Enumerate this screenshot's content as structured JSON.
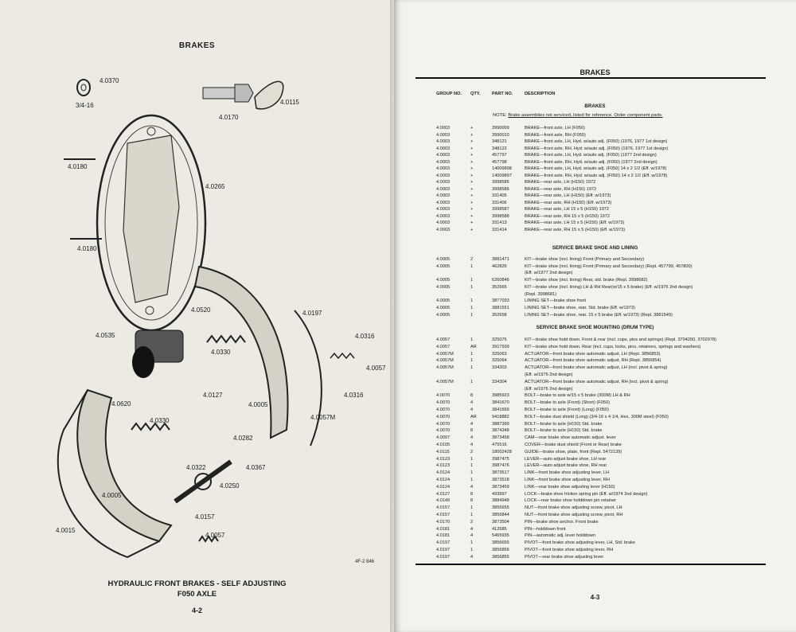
{
  "left_page": {
    "title": "BRAKES",
    "caption_line1": "HYDRAULIC FRONT BRAKES - SELF ADJUSTING",
    "caption_line2": "F050 AXLE",
    "page_number": "4-2",
    "ref_code": "4F-2 846",
    "callouts": [
      "4.0370",
      "3/4-16",
      "4.0170",
      "4.0115",
      "4.0180",
      "4.0265",
      "4.0180",
      "4.0520",
      "4.0197",
      "4.0535",
      "4.0330",
      "4.0316",
      "4.0057",
      "4.0127",
      "4.0316",
      "4.0620",
      "4.0005",
      "4.0330",
      "4.0282",
      "4.0057M",
      "4.0322",
      "4.0367",
      "4.0250",
      "4.0005",
      "4.0157",
      "4.0015",
      "4.0057"
    ]
  },
  "right_page": {
    "title": "BRAKES",
    "columns": [
      "GROUP NO.",
      "QTY.",
      "PART NO.",
      "DESCRIPTION"
    ],
    "section1": "BRAKES",
    "note_label": "NOTE:",
    "note_text": "Brake assemblies not serviced, listed for reference. Order component parts.",
    "rows1": [
      [
        "4.0003",
        "+",
        "3990009",
        "BRAKE—front axle, LH (F050)"
      ],
      [
        "4.0003",
        "+",
        "3990010",
        "BRAKE—front axle, RH (F050)"
      ],
      [
        "4.0003",
        "+",
        "348121",
        "BRAKE—front axle, LH, Hyd. w/auto adj. (F050) (1976, 1977 1st design)"
      ],
      [
        "4.0003",
        "+",
        "348122",
        "BRAKE—front axle, RH, Hyd. w/auto adj. (F050) (1976, 1977 1st design)"
      ],
      [
        "4.0003",
        "+",
        "457797",
        "BRAKE—front axle, LH, Hyd. w/auto adj. (F050) (1977 2nd design)"
      ],
      [
        "4.0003",
        "+",
        "457798",
        "BRAKE—front axle, RH, Hyd. w/auto adj. (F050) (1977 2nd design)"
      ],
      [
        "4.0003",
        "+",
        "14009898",
        "BRAKE—front axle, LH, Hyd. w/auto adj. (F050) 14 x 2 1/2 (Eff. w/1978)"
      ],
      [
        "4.0003",
        "+",
        "14009897",
        "BRAKE—front axle, RH, Hyd. w/auto adj. (F050) 14 x 2 1/2 (Eff. w/1978)"
      ],
      [
        "4.0003",
        "+",
        "3998585",
        "BRAKE—rear axle, LH (H150) 1972"
      ],
      [
        "4.0003",
        "+",
        "3998586",
        "BRAKE—rear axle, RH (H150) 1972"
      ],
      [
        "4.0003",
        "+",
        "331405",
        "BRAKE—rear axle, LH (H150) (Eff. w/1973)"
      ],
      [
        "4.0003",
        "+",
        "331406",
        "BRAKE—rear axle, RH (H150) (Eff. w/1973)"
      ],
      [
        "4.0003",
        "+",
        "3998587",
        "BRAKE—rear axle, LH 15 x 5 (H150) 1972"
      ],
      [
        "4.0003",
        "+",
        "3998588",
        "BRAKE—rear axle, RH 15 x 5 (H150) 1972"
      ],
      [
        "4.0003",
        "+",
        "331413",
        "BRAKE—rear axle, LH 15 x 5 (H150) (Eff. w/1973)"
      ],
      [
        "4.0003",
        "+",
        "331414",
        "BRAKE—rear axle, RH 15 x 5 (H150) (Eff. w/1973)"
      ]
    ],
    "section2": "SERVICE BRAKE SHOE AND LINING",
    "rows2": [
      [
        "4.0005",
        "2",
        "3881471",
        "KIT—brake shoe (incl. lining) Front (Primary and Secondary)"
      ],
      [
        "4.0005",
        "1",
        "462826",
        "KIT—brake shoe (incl. lining) Front (Primary and Secondary) (Repl. 457799, 457800)"
      ],
      [
        "",
        "",
        "",
        "(Eff. w/1977 2nd design)"
      ],
      [
        "4.0005",
        "1",
        "6260846",
        "KIT—brake shoe (incl. lining) Rear, std. brake (Repl. 3998682)"
      ],
      [
        "4.0005",
        "1",
        "352665",
        "KIT—brake shoe (incl. lining) LH & RH Rear(w/15 x 5 brake) (Eff. w/1976 2nd design)"
      ],
      [
        "",
        "",
        "",
        "(Repl. 3998681)"
      ],
      [
        "4.0005",
        "1",
        "3877033",
        "LINING SET—brake shoe front"
      ],
      [
        "4.0005",
        "1",
        "3881551",
        "LINING SET—brake shoe, rear. Std. brake (Eff. w/1973)"
      ],
      [
        "4.0005",
        "1",
        "352658",
        "LINING SET—brake shoe, rear. 15 x 5 brake (Eff. w/1973) (Repl. 3881549)"
      ]
    ],
    "section3": "SERVICE BRAKE SHOE MOUNTING (DRUM TYPE)",
    "rows3": [
      [
        "4.0057",
        "1",
        "325075",
        "KIT—brake shoe hold down. Front & rear (incl. cups, pins and springs) (Repl. 3704200, 3702978)"
      ],
      [
        "4.0057",
        "AR",
        "3917939",
        "KIT—brake shoe hold down. Rear (incl. cups, locks, pins, retainers, springs and washers)"
      ],
      [
        "4.0057M",
        "1",
        "325063",
        "ACTUATOR—front brake shoe automatic adjust, LH (Repl. 3856853)"
      ],
      [
        "4.0057M",
        "1",
        "325064",
        "ACTUATOR—front brake shoe automatic adjust, RH (Repl. 3856854)"
      ],
      [
        "4.0057M",
        "1",
        "334303",
        "ACTUATOR—front brake shoe automatic adjust, LH (incl. pivot & spring)"
      ],
      [
        "",
        "",
        "",
        "(Eff. w/1976 2nd design)"
      ],
      [
        "4.0057M",
        "1",
        "334304",
        "ACTUATOR—front brake shoe automatic adjust, RH (incl. pivot & spring)"
      ],
      [
        "",
        "",
        "",
        "(Eff. w/1976 2nd design)"
      ],
      [
        "4.0070",
        "8",
        "3985923",
        "BOLT—brake to axle w/15 x 5 brake (300M) LH & RH"
      ],
      [
        "4.0070",
        "4",
        "3841670",
        "BOLT—brake to axle (Front) (Short) (F050)"
      ],
      [
        "4.0070",
        "4",
        "3841669",
        "BOLT—brake to axle (Front) (Long) (F050)"
      ],
      [
        "4.0070",
        "AR",
        "9418882",
        "BOLT—brake dust shield (Long) (3/4-16 x 4 1/4, Hex, 300M steel) (F050)"
      ],
      [
        "4.0070",
        "4",
        "3887399",
        "BOLT—brake to axle (H150) Std. brake"
      ],
      [
        "4.0070",
        "8",
        "3874348",
        "BOLT—brake to axle (H150) Std. brake"
      ],
      [
        "4.0097",
        "4",
        "3873458",
        "CAM—rear brake shoe automatic adjust. lever"
      ],
      [
        "4.0105",
        "4",
        "475516",
        "COVER—brake dust shield (Front or Rear) brake"
      ],
      [
        "4.0115",
        "2",
        "18002428",
        "GUIDE—brake shoe, plate, front (Repl. 5472139)"
      ],
      [
        "4.0123",
        "1",
        "3987475",
        "LEVER—auto adjust brake shoe, LH rear"
      ],
      [
        "4.0123",
        "1",
        "3987476",
        "LEVER—auto adjust brake shoe, RH rear"
      ],
      [
        "4.0124",
        "1",
        "3873517",
        "LINK—front brake shoe adjusting lever, LH"
      ],
      [
        "4.0124",
        "1",
        "3873518",
        "LINK—front brake shoe adjusting lever, RH"
      ],
      [
        "4.0124",
        "4",
        "3873459",
        "LINK—rear brake shoe adjusting lever (H150)"
      ],
      [
        "4.0127",
        "8",
        "493997",
        "LOCK—brake shoe friction spring pin (Eff. w/1974 2nd design)"
      ],
      [
        "4.0149",
        "8",
        "3884948",
        "LOCK—rear brake shoe holddown pin retainer"
      ],
      [
        "4.0157",
        "1",
        "3856655",
        "NUT—front brake shoe adjusting screw, pivot, LH"
      ],
      [
        "4.0157",
        "1",
        "3856844",
        "NUT—front brake shoe adjusting screw, pivot, RH"
      ],
      [
        "4.0170",
        "2",
        "3873504",
        "PIN—brake shoe anchor. Front brake"
      ],
      [
        "4.0181",
        "4",
        "412685",
        "PIN—holddown front"
      ],
      [
        "4.0181",
        "4",
        "5465935",
        "PIN—automatic adj. lever holddown"
      ],
      [
        "4.0197",
        "1",
        "3856655",
        "PIVOT—front brake shoe adjusting lever, LH, Std. brake"
      ],
      [
        "4.0197",
        "1",
        "3856856",
        "PIVOT—front brake shoe adjusting lever, RH"
      ],
      [
        "4.0197",
        "4",
        "3856855",
        "PIVOT—rear brake shoe adjusting lever"
      ]
    ],
    "page_number": "4-3"
  }
}
